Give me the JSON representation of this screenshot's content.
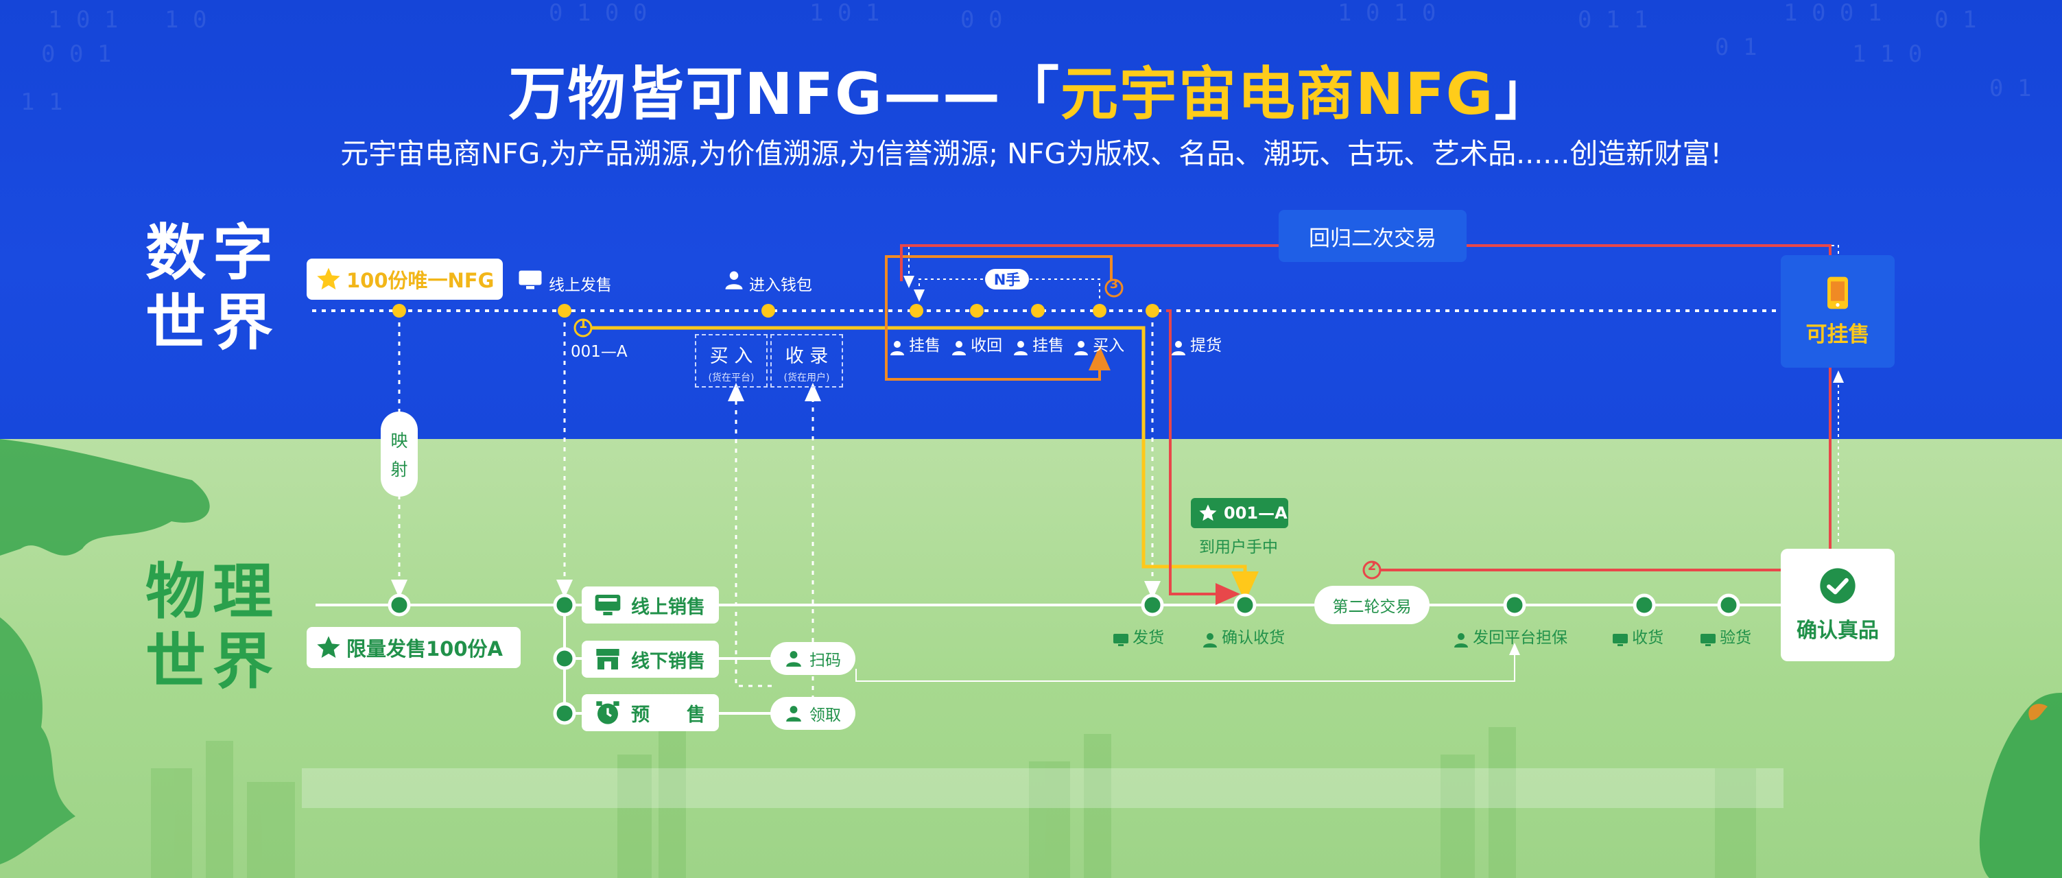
{
  "header": {
    "title_prefix": "万物皆可NFG——「",
    "title_highlight": "元宇宙电商NFG",
    "title_suffix": "」",
    "subtitle": "元宇宙电商NFG,为产品溯源,为价值溯源,为信誉溯源; NFG为版权、名品、潮玩、古玩、艺术品......创造新财富!"
  },
  "colors": {
    "digital_bg": "#1a4be0",
    "physical_bg": "#a9d98e",
    "yellow": "#ffc81a",
    "green": "#21914a",
    "red": "#e8474a",
    "orange": "#f08a24"
  },
  "digital_world": {
    "label_line1": "数字",
    "label_line2": "世界",
    "unique_card": "100份唯一NFG",
    "online_release": "线上发售",
    "into_wallet": "进入钱包",
    "token_id": "001—A",
    "buy_in": {
      "title": "买 入",
      "note": "(货在平台)"
    },
    "collect": {
      "title": "收 录",
      "note": "(货在用户)"
    },
    "n_hands": "N手",
    "trade_steps": [
      "挂售",
      "收回",
      "挂售",
      "买入"
    ],
    "pickup": "提货",
    "return_secondary": "回归二次交易",
    "can_list": "可挂售",
    "step1": "1",
    "step3": "3"
  },
  "mapping": {
    "line1": "映",
    "line2": "射"
  },
  "physical_world": {
    "label_line1": "物理",
    "label_line2": "世界",
    "limited_card": "限量发售100份A",
    "channels": [
      "线上销售",
      "线下销售",
      "预　　售"
    ],
    "scan_code": "扫码",
    "receive": "领取",
    "nfg_badge": "001—A",
    "to_user": "到用户手中",
    "ship": "发货",
    "confirm_receipt": "确认收货",
    "second_round": "第二轮交易",
    "return_escrow": "发回平台担保",
    "receive_goods": "收货",
    "inspect": "验货",
    "confirm_authentic": "确认真品",
    "step2": "2"
  }
}
